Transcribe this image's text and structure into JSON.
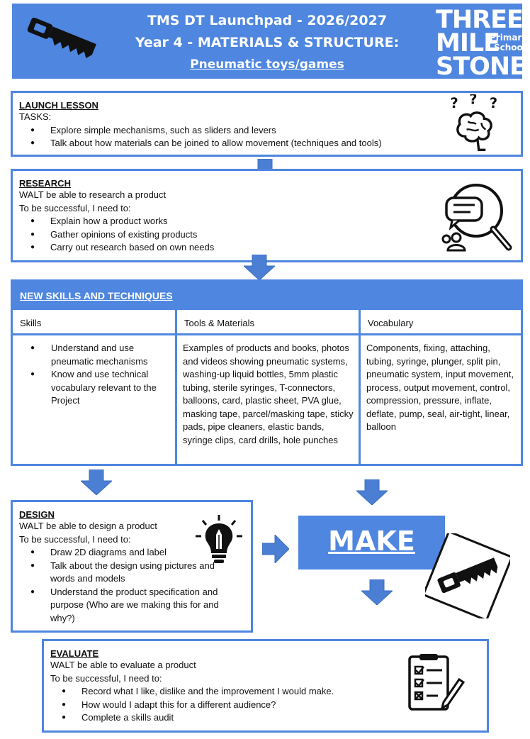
{
  "header": {
    "title_line1": "TMS DT Launchpad - 2026/2027",
    "title_line2": "Year 4 - MATERIALS & STRUCTURE:",
    "title_line3": "Pneumatic toys/games",
    "logo_word1": "THREE",
    "logo_word2": "MILE",
    "logo_word3": "STONE",
    "logo_sub1": "Primary",
    "logo_sub2": "School",
    "saw_icon": "saw-icon"
  },
  "launch": {
    "heading": "LAUNCH LESSON",
    "tasks_label": "TASKS:",
    "bullets": [
      "Explore simple mechanisms, such as sliders and levers",
      "Talk about how materials can be joined to allow movement (techniques and tools)"
    ],
    "icon": "brain-question-icon"
  },
  "research": {
    "heading": "RESEARCH",
    "walt": "WALT be able to research a product",
    "success": "To be successful, I need to:",
    "bullets": [
      "Explain how a product works",
      "Gather opinions of existing products",
      "Carry out research based on own needs"
    ],
    "icon": "research-magnifier-icon"
  },
  "skills": {
    "title": "NEW SKILLS AND TECHNIQUES",
    "col1_head": "Skills",
    "col2_head": "Tools & Materials",
    "col3_head": "Vocabulary",
    "skills_bullets": [
      "Understand and use pneumatic mechanisms",
      "Know and use technical vocabulary relevant to the Project"
    ],
    "tools_text": "Examples of products and books, photos and videos showing pneumatic systems, washing-up liquid bottles, 5mm plastic tubing, sterile syringes, T-connectors, balloons, card, plastic sheet, PVA glue, masking tape, parcel/masking tape, sticky pads, pipe cleaners, elastic bands, syringe clips, card drills, hole punches",
    "vocab_text": "Components, fixing, attaching, tubing, syringe, plunger, split pin, pneumatic system, input movement, process, output movement, control, compression, pressure, inflate, deflate, pump, seal, air-tight, linear, balloon"
  },
  "design": {
    "heading": "DESIGN",
    "walt": "WALT be able to design a product",
    "success": "To be successful, I need to:",
    "bullets": [
      "Draw 2D diagrams and label",
      "Talk about the design using pictures and words and models",
      "Understand the product specification and purpose (Who are we making this for and why?)"
    ],
    "icon": "lightbulb-pencil-icon"
  },
  "make": {
    "label": "MAKE",
    "icon": "saw-icon"
  },
  "evaluate": {
    "heading": "EVALUATE",
    "walt": "WALT be able to evaluate a product",
    "success": "To be successful, I need to:",
    "bullets": [
      "Record what I like, dislike  and the improvement I would make.",
      "How would I adapt this for a different audience?",
      "Complete a skills audit"
    ],
    "icon": "checklist-clipboard-icon"
  },
  "colors": {
    "accent": "#4e86e0",
    "arrow": "#4a7fd4"
  }
}
